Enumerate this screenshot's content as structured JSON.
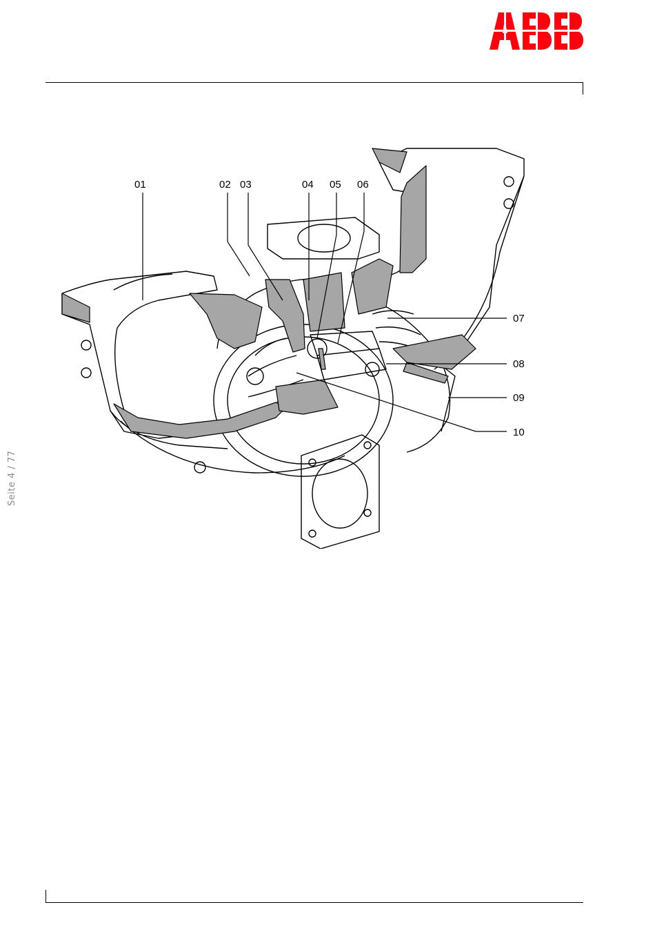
{
  "header": {
    "logo_text": "ABB",
    "brand_color": "#ff000f"
  },
  "footer": {
    "page_label": "Seite 4 / 77"
  },
  "figure": {
    "callouts": [
      "01",
      "02",
      "03",
      "04",
      "05",
      "06",
      "07",
      "08",
      "09",
      "10"
    ],
    "fill_color": "#a6a6a6",
    "line_color": "#000000"
  }
}
